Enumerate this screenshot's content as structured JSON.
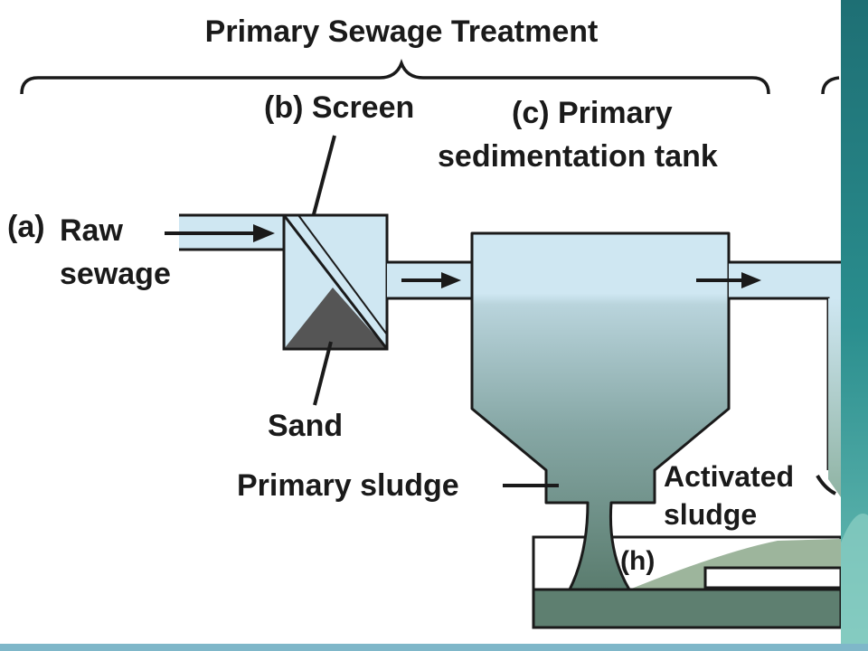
{
  "title": "Primary Sewage Treatment",
  "labels": {
    "raw_sewage_letter": "(a)",
    "raw_sewage_line1": "Raw",
    "raw_sewage_line2": "sewage",
    "screen": "(b) Screen",
    "tank_line1": "(c) Primary",
    "tank_line2": "sedimentation tank",
    "sand": "Sand",
    "primary_sludge": "Primary sludge",
    "activated_line1": "Activated",
    "activated_line2": "sludge",
    "h": "(h)"
  },
  "colors": {
    "water_light": "#cfe7f2",
    "tank_dark": "#5e7f70",
    "sand": "#555555",
    "sludge_green": "#9db59c",
    "slide_accent": "#1f8a8a"
  }
}
